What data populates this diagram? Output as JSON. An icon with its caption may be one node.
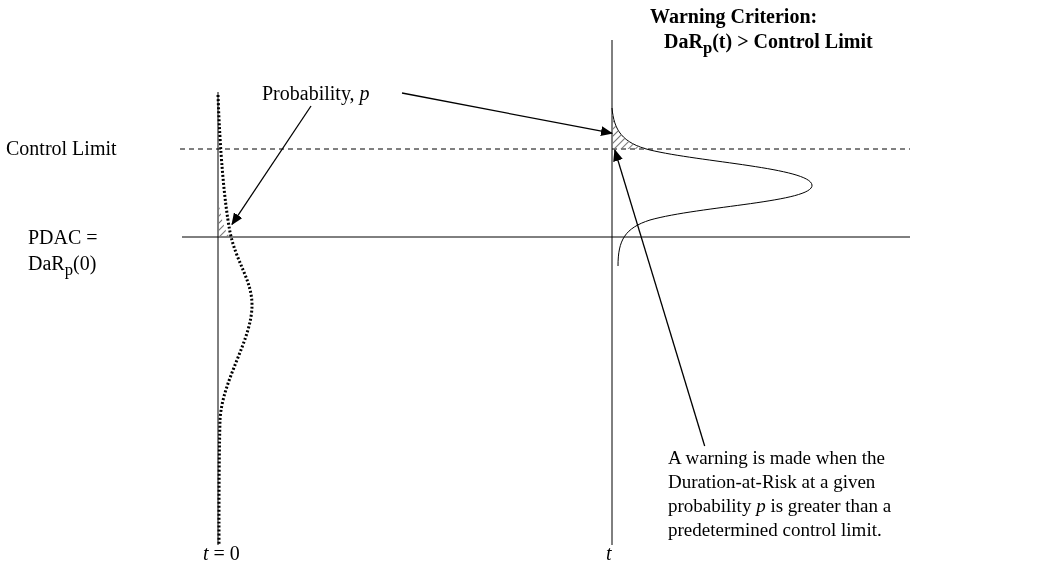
{
  "diagram": {
    "title": "Warning Criterion: DaR$_{p}$(t) > Control Limit",
    "nodes": [
      {
        "text": [
          "Probability, *p*"
        ]
      },
      {
        "text": [],
        "shape": "region"
      },
      {
        "text": [],
        "shape": "region"
      },
      {
        "text": [
          "A warning is made when the Duration-at-Risk at a given probability *p* is greater than a predetermined control limit."
        ]
      }
    ],
    "edges": [
      {
        "from": 0,
        "to": 1,
        "arrow": "to"
      },
      {
        "from": 0,
        "to": 2,
        "arrow": "to"
      },
      {
        "from": 3,
        "to": 2,
        "arrow": "to"
      }
    ],
    "labels": [
      "Control Limit",
      "PDAC = DaR$_{p}$(0)",
      "*t* = 0",
      "t"
    ]
  }
}
